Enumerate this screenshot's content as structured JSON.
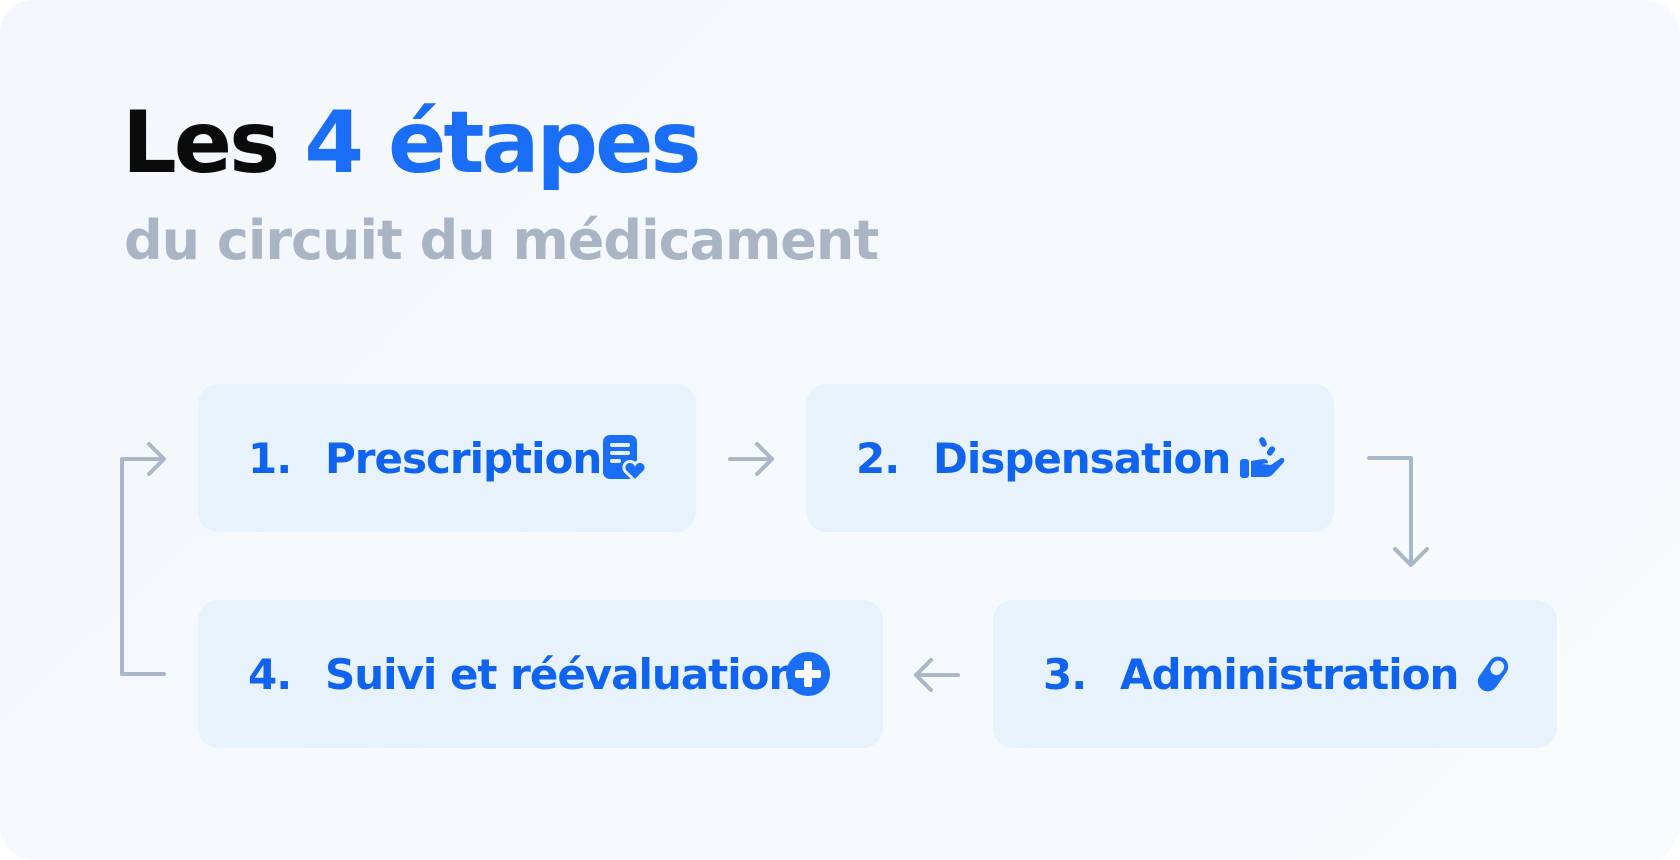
{
  "header": {
    "title_prefix": "Les",
    "title_accent": "4 étapes",
    "subtitle": "du circuit du médicament"
  },
  "steps": [
    {
      "number": "1.",
      "label": "Prescription",
      "icon": "prescription-heart-icon"
    },
    {
      "number": "2.",
      "label": "Dispensation",
      "icon": "hand-pills-icon"
    },
    {
      "number": "3.",
      "label": "Administration",
      "icon": "capsule-icon"
    },
    {
      "number": "4.",
      "label": "Suivi et réévaluation",
      "icon": "plus-circle-icon"
    }
  ],
  "colors": {
    "accent": "#1a6ef5",
    "step_text": "#0f63ee",
    "step_background": "#e7f2fd",
    "connector": "#a9b7c7",
    "subtitle": "#a9b5c5",
    "title_dark": "#0b0b0b"
  }
}
